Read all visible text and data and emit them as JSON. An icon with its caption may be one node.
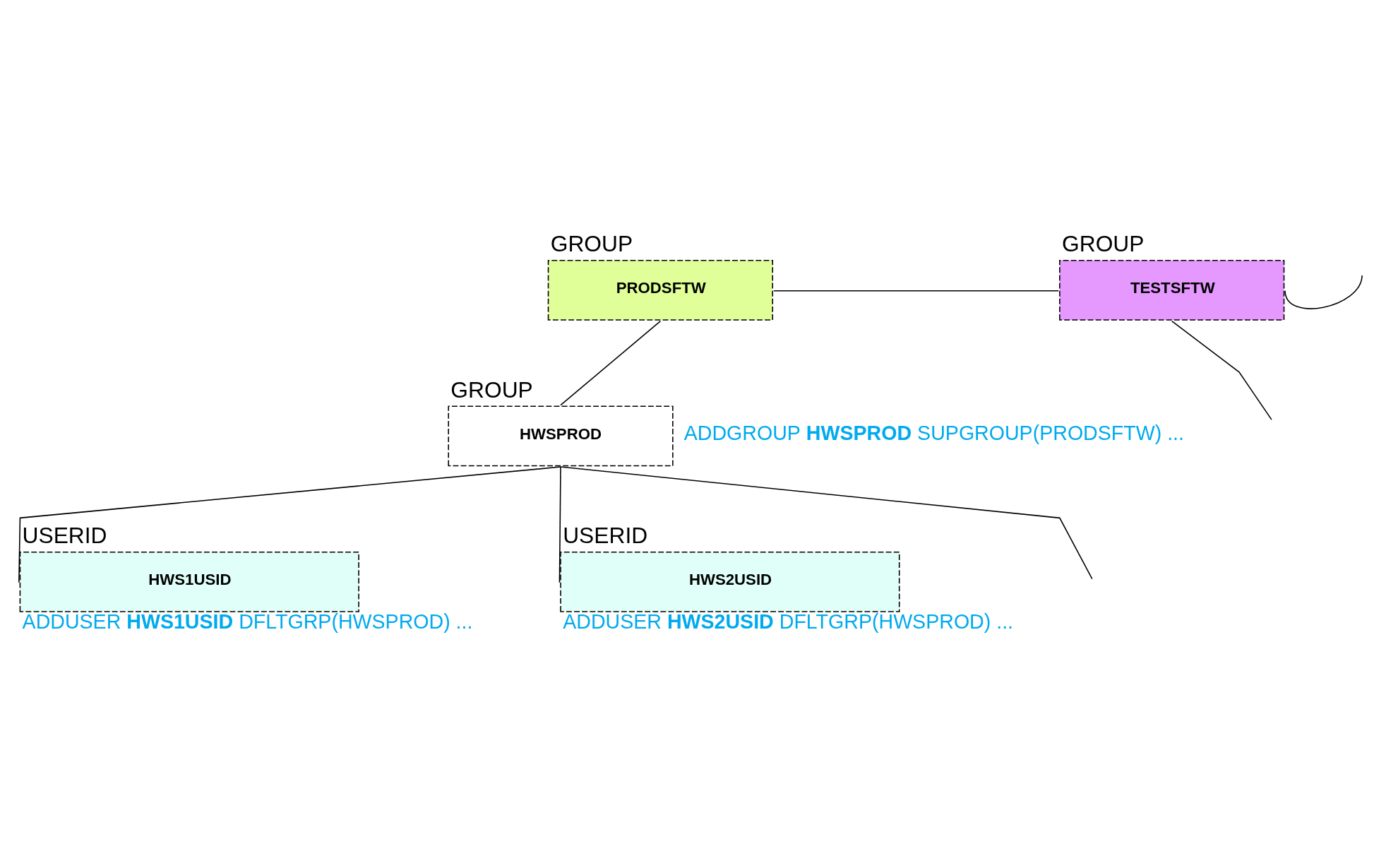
{
  "diagram": {
    "nodes": [
      {
        "text": [
          "GROUP",
          "PRODSFTW"
        ]
      },
      {
        "text": [
          "GROUP",
          "TESTSFTW"
        ]
      },
      {
        "text": [
          "GROUP",
          "HWSPROD"
        ],
        "beside": [
          "ADDGROUP **HWSPROD** SUPGROUP(PRODSFTW) ..."
        ]
      },
      {
        "text": [
          "USERID",
          "HWS1USID"
        ],
        "beside": [
          "ADDUSER **HWS1USID** DFLTGRP(HWSPROD) ..."
        ]
      },
      {
        "text": [
          "USERID",
          "HWS2USID"
        ],
        "beside": [
          "ADDUSER **HWS2USID** DFLTGRP(HWSPROD) ..."
        ]
      }
    ],
    "edges": [
      {
        "from": 0,
        "to": 1,
        "arrow": "none"
      },
      {
        "from": 1,
        "to": null,
        "arrow": "none"
      },
      {
        "from": 1,
        "to": null,
        "arrow": "none"
      },
      {
        "from": 0,
        "to": 2,
        "arrow": "none"
      },
      {
        "from": 2,
        "to": 3,
        "arrow": "none"
      },
      {
        "from": 2,
        "to": 4,
        "arrow": "none"
      },
      {
        "from": 2,
        "to": null,
        "arrow": "none"
      }
    ]
  }
}
